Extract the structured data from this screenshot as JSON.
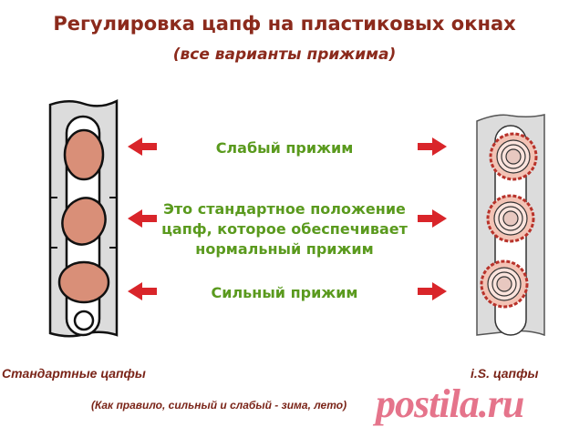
{
  "header": {
    "title": "Регулировка цапф на пластиковых окнах",
    "subtitle": "(все варианты прижима)"
  },
  "positions": {
    "weak": "Слабый прижим",
    "standard_line1": "Это стандартное положение",
    "standard_line2": "цапф, которое обеспечивает",
    "standard_line3": "нормальный прижим",
    "strong": "Сильный прижим"
  },
  "labels": {
    "left": "Стандартные цапфы",
    "right": "i.S. цапфы"
  },
  "note": "(Как правило, сильный и слабый - зима, лето)",
  "watermark": "postila.ru",
  "colors": {
    "title": "#8b2a1c",
    "green_text": "#5a9a1e",
    "arrow": "#d9252a",
    "pin": "#d98f78",
    "strip": "#dcdcdc"
  }
}
